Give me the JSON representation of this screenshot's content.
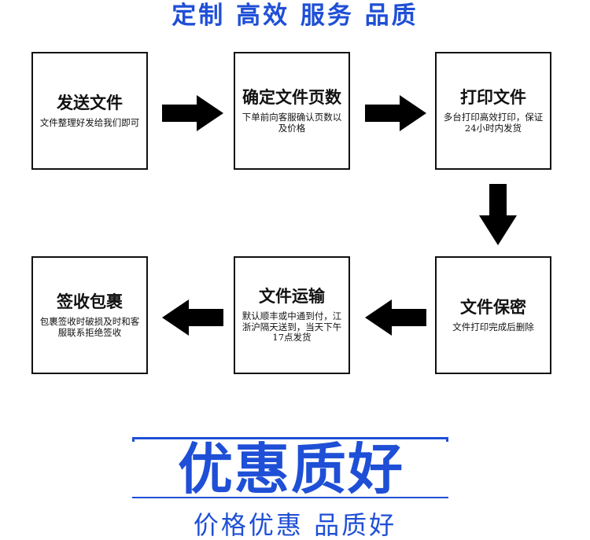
{
  "header": "定制 高效 服务 品质",
  "steps": [
    {
      "title": "发送文件",
      "desc": "文件整理好发给我们即可"
    },
    {
      "title": "确定文件页数",
      "desc": "下单前向客服确认页数以及价格"
    },
    {
      "title": "打印文件",
      "desc": "多台打印高效打印，保证24小时内发货"
    },
    {
      "title": "文件保密",
      "desc": "文件打印完成后删除"
    },
    {
      "title": "文件运输",
      "desc": "默认顺丰或中通到付，江浙沪隔天送到，当天下午17点发货"
    },
    {
      "title": "签收包裹",
      "desc": "包裹签收时破损及时和客服联系拒绝签收"
    }
  ],
  "banner": {
    "title": "优惠质好",
    "subtitle": "价格优惠 品质好"
  },
  "colors": {
    "accent": "#1f4fd6",
    "border": "#111111",
    "arrow": "#000000"
  }
}
